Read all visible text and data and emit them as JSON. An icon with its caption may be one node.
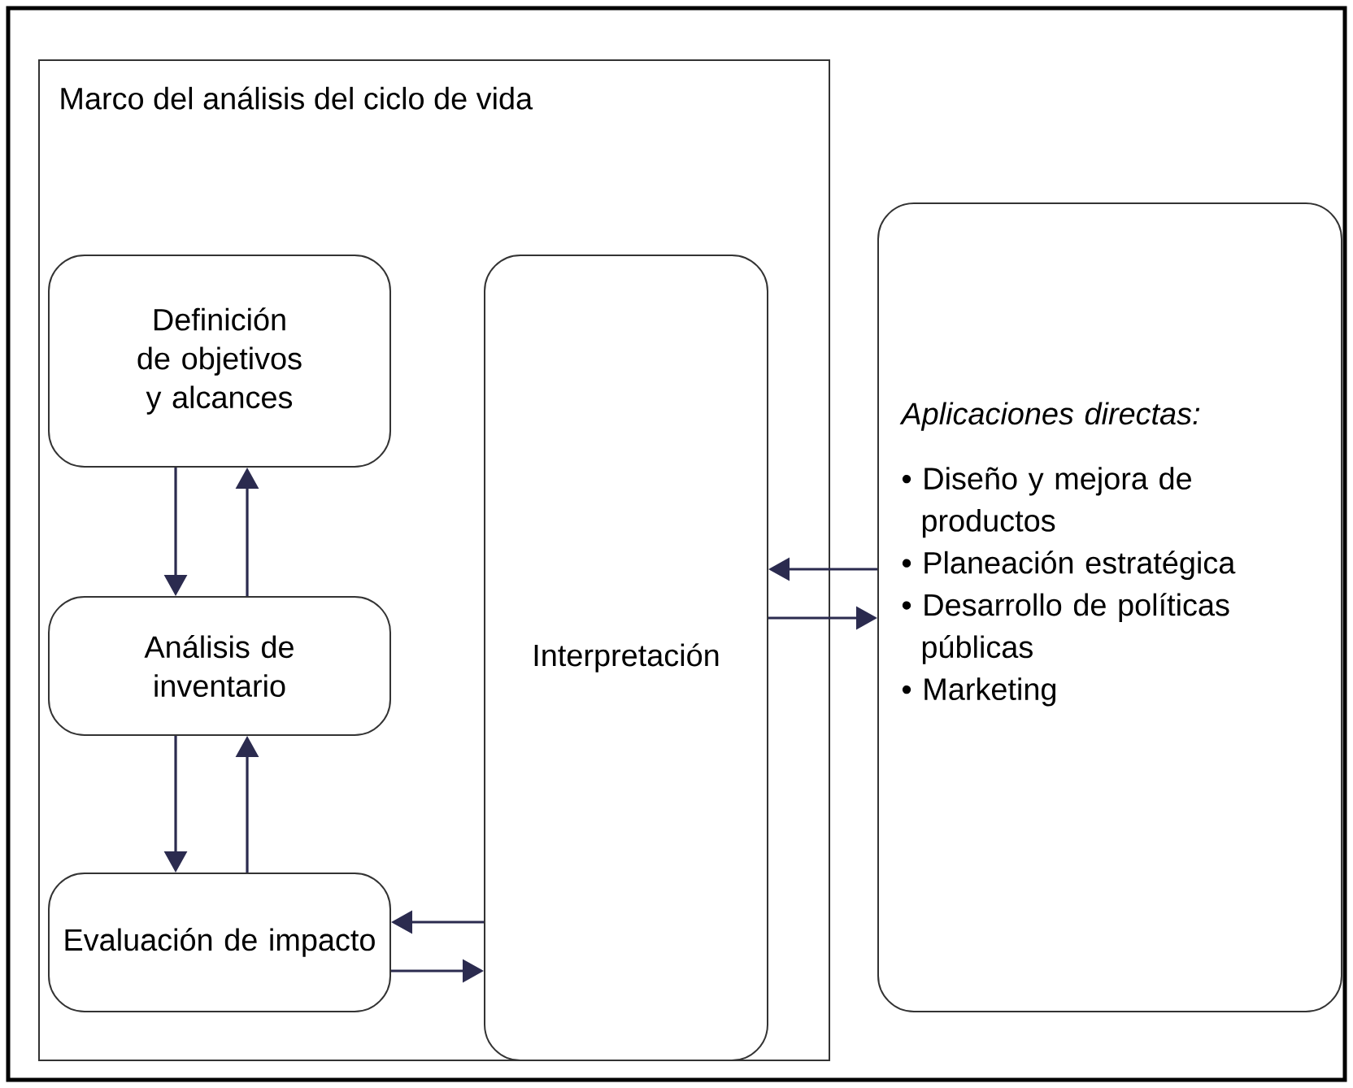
{
  "diagram": {
    "nodes": [
      {
        "text": [
          "Marco del análisis del ciclo de vida"
        ]
      },
      {
        "text": [
          "Definición de objetivos y alcances"
        ],
        "in": 0
      },
      {
        "text": [
          "Análisis de inventario"
        ],
        "in": 0
      },
      {
        "text": [
          "Evaluación de impacto"
        ],
        "in": 0
      },
      {
        "text": [
          "Interpretación"
        ],
        "in": 0
      },
      {
        "text": [
          "Aplicaciones directas:",
          "• Diseño y mejora de productos",
          "• Planeación estratégica",
          "• Desarrollo de políticas públicas",
          "• Marketing"
        ]
      }
    ],
    "edges": [
      {
        "from": 1,
        "to": 2,
        "arrow": "to"
      },
      {
        "from": 2,
        "to": 1,
        "arrow": "to"
      },
      {
        "from": 2,
        "to": 3,
        "arrow": "to"
      },
      {
        "from": 3,
        "to": 2,
        "arrow": "to"
      },
      {
        "from": 4,
        "to": 3,
        "arrow": "to"
      },
      {
        "from": 3,
        "to": 4,
        "arrow": "to"
      },
      {
        "from": 5,
        "to": 4,
        "arrow": "to"
      },
      {
        "from": 4,
        "to": 5,
        "arrow": "to"
      }
    ]
  }
}
